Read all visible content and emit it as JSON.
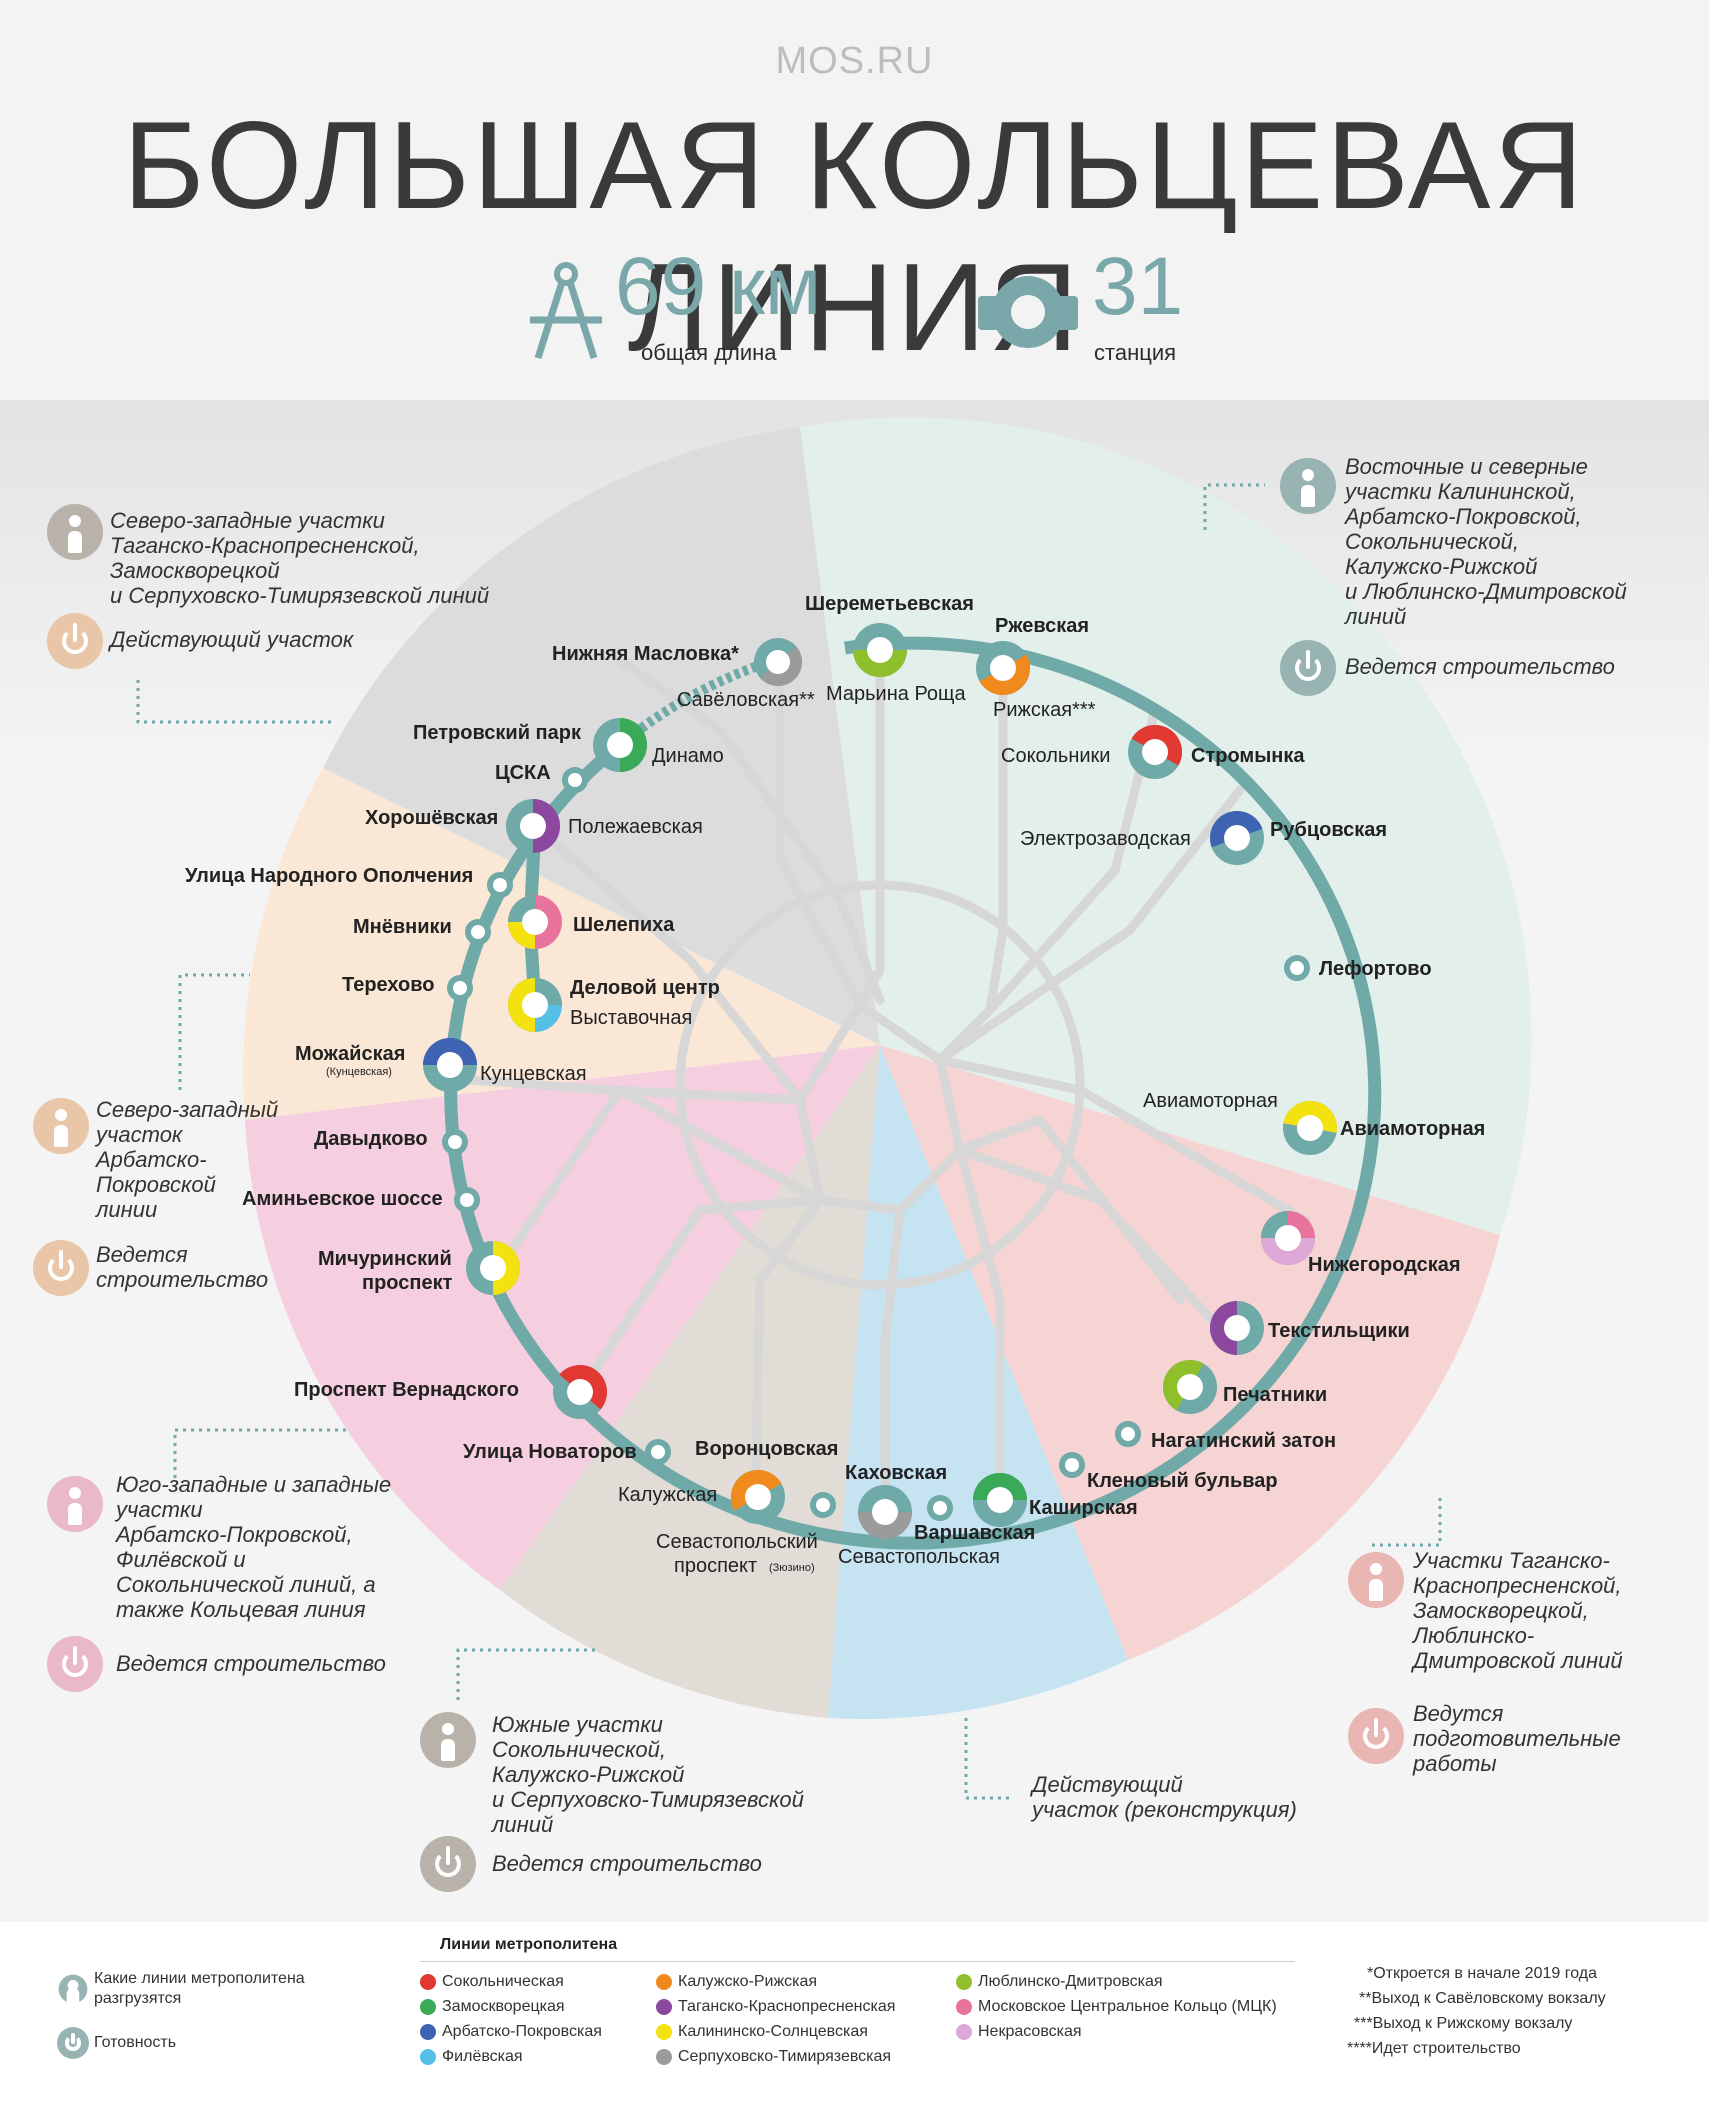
{
  "header": {
    "brand": "MOS.RU",
    "title": "БОЛЬШАЯ КОЛЬЦЕВАЯ ЛИНИЯ",
    "length_value": "69 км",
    "length_label": "общая длина",
    "stations_value": "31",
    "stations_label": "станция"
  },
  "colors": {
    "ring": "#6fa9a8",
    "sector_gray": "#dcdcdc",
    "sector_green": "#e3efea",
    "sector_orange": "#fbe7d5",
    "sector_pink": "#f5cfdf",
    "sector_beige": "#e2dcd6",
    "sector_blue": "#c5e3f1",
    "sector_salmon": "#f6d4d3",
    "icon_gray": "#b8b2aa",
    "icon_teal": "#97b4b2",
    "icon_peach": "#e9c6a8",
    "icon_pink": "#eab8cb",
    "icon_rose": "#e9b6b4",
    "line_red": "#e13831",
    "line_green": "#3aa958",
    "line_blue": "#3e63b3",
    "line_lightblue": "#56bfe6",
    "line_orange": "#f08a1d",
    "line_purple": "#8c479f",
    "line_yellow": "#f3e20f",
    "line_gray": "#9b9b9b",
    "line_lime": "#8fbf2a",
    "line_pink": "#e8739d",
    "line_lilac": "#dca8d6"
  },
  "stations": {
    "nizhnyaya_maslovka": "Нижняя Масловка*",
    "savelovskaya": "Савёловская**",
    "sheremetyevskaya": "Шереметьевская",
    "marina_roscha": "Марьина Роща",
    "rzhevskaya": "Ржевская",
    "rizhskaya": "Рижская***",
    "sokolniki": "Сокольники",
    "stromynka": "Стромынка",
    "elektrozavodskaya": "Электрозаводская",
    "rubtsovskaya": "Рубцовская",
    "lefortovo": "Лефортово",
    "aviamotornaya_small": "Авиамоторная",
    "aviamotornaya": "Авиамоторная",
    "nizhegorodskaya": "Нижегородская",
    "tekstilshchiki": "Текстильщики",
    "pechatniki": "Печатники",
    "nagatinsky": "Нагатинский затон",
    "klenovy": "Кленовый бульвар",
    "kashirskaya": "Каширская",
    "varshavskaya": "Варшавская",
    "kakhovskaya": "Каховская",
    "sevastopolskaya": "Севастопольская",
    "vorontsovskaya": "Воронцовская",
    "kaluzhskaya": "Калужская",
    "sev_prospekt_1": "Севастопольский",
    "sev_prospekt_2": "проспект",
    "sev_prospekt_zyuzino": "(Зюзино)",
    "ulitsa_novatorov": "Улица Новаторов",
    "prospekt_vernadskogo": "Проспект Вернадского",
    "michurinsky_1": "Мичуринский",
    "michurinsky_2": "проспект",
    "aminyevskoe": "Аминьевское шоссе",
    "davydkovo": "Давыдково",
    "mozhayskaya": "Можайская",
    "mozhayskaya_sub": "(Кунцевская)",
    "kuntsevskaya": "Кунцевская",
    "terekhovo": "Терехово",
    "delovoy_tsentr": "Деловой центр",
    "vystavochnaya": "Выставочная",
    "mnevniki": "Мнёвники",
    "shelepikha": "Шелепиха",
    "narodnogo_opolcheniya": "Улица Народного Ополчения",
    "khoroshevskaya": "Хорошёвская",
    "polezhaevskaya": "Полежаевская",
    "tsska": "ЦСКА",
    "petrovsky_park": "Петровский парк",
    "dinamo": "Динамо"
  },
  "info": {
    "nw": {
      "text": "Северо-западные участки\nТаганско-Краснопресненской,\nЗамоскворецкой\nи Серпуховско-Тимирязевской линий",
      "status": "Действующий участок"
    },
    "ne": {
      "text": "Восточные и северные\nучастки Калининской,\nАрбатско-Покровской,\nСокольнической,\nКалужско-Рижской\nи Люблинско-Дмитровской\nлиний",
      "status": "Ведется строительство"
    },
    "w": {
      "text": "Северо-западный\nучасток\nАрбатско-\nПокровской\nлинии",
      "status": "Ведется\nстроительство"
    },
    "sw": {
      "text": "Юго-западные и западные\nучастки\nАрбатско-Покровской,\nФилёвской и\nСокольнической линий, а\nтакже Кольцевая линия",
      "status": "Ведется строительство"
    },
    "s": {
      "text": "Южные участки\nСокольнической,\nКалужско-Рижской\nи Серпуховско-Тимирязевской\nлиний",
      "status": "Ведется строительство"
    },
    "se_op": {
      "text": "Действующий\nучасток (реконструкция)"
    },
    "e": {
      "text": "Участки Таганско-\nКраснопресненской,\nЗамоскворецкой,\nЛюблинско-\nДмитровской линий",
      "status": "Ведутся\nподготовительные\nработы"
    }
  },
  "legend": {
    "unload_label": "Какие линии метрополитена\nразгрузятся",
    "ready_label": "Готовность",
    "lines_title": "Линии  метрополитена",
    "lines": [
      {
        "name": "Сокольническая",
        "color": "#e13831"
      },
      {
        "name": "Замоскворецкая",
        "color": "#3aa958"
      },
      {
        "name": "Арбатско-Покровская",
        "color": "#3e63b3"
      },
      {
        "name": "Филёвская",
        "color": "#56bfe6"
      },
      {
        "name": "Калужско-Рижская",
        "color": "#f08a1d"
      },
      {
        "name": "Таганско-Краснопресненская",
        "color": "#8c479f"
      },
      {
        "name": "Калининско-Солнцевская",
        "color": "#f3e20f"
      },
      {
        "name": "Серпуховско-Тимирязевская",
        "color": "#9b9b9b"
      },
      {
        "name": "Люблинско-Дмитровская",
        "color": "#8fbf2a"
      },
      {
        "name": "Московское Центральное Кольцо (МЦК)",
        "color": "#e8739d"
      },
      {
        "name": "Некрасовская",
        "color": "#dca8d6"
      }
    ],
    "notes": [
      "*Откроется в начале 2019 года",
      "**Выход к Савёловскому вокзалу",
      "***Выход к Рижскому вокзалу",
      "****Идет строительство"
    ]
  }
}
